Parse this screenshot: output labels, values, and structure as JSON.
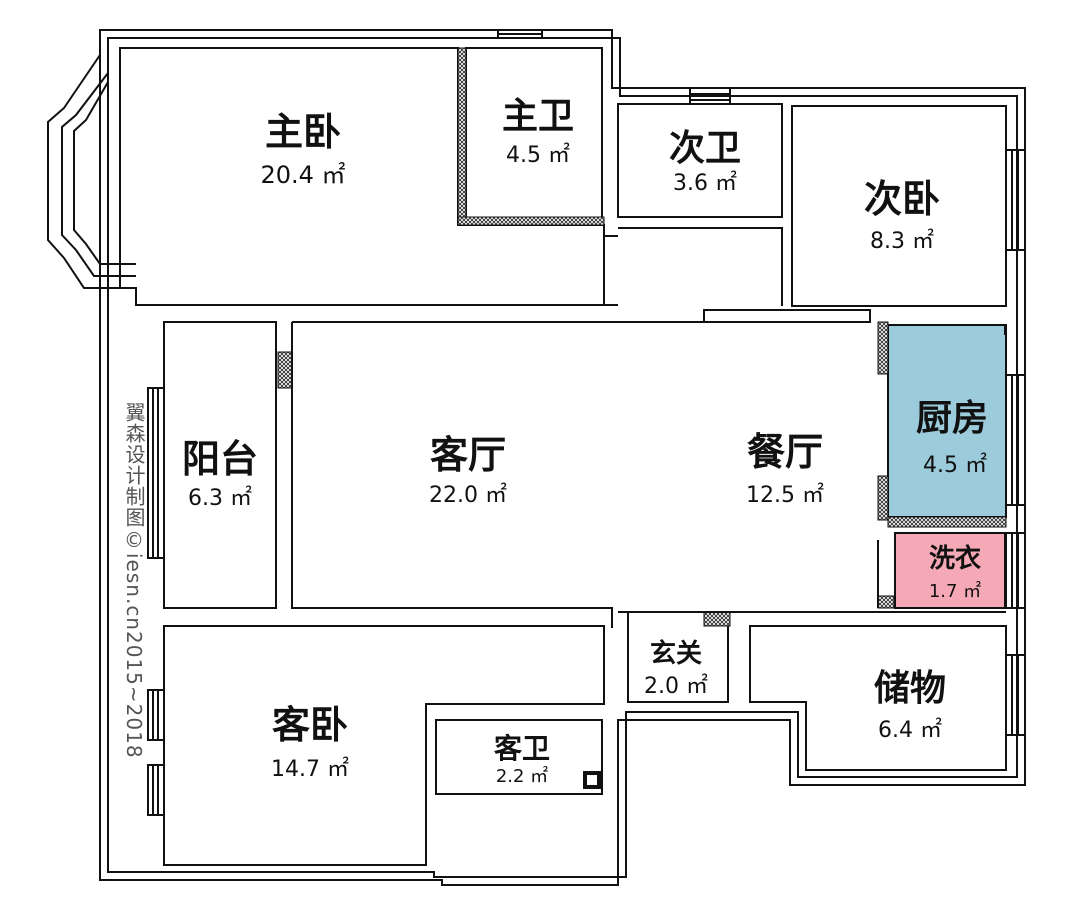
{
  "rooms": {
    "master_bedroom": {
      "name": "主卧",
      "area": "20.4 ㎡"
    },
    "master_bath": {
      "name": "主卫",
      "area": "4.5 ㎡"
    },
    "second_bath": {
      "name": "次卫",
      "area": "3.6 ㎡"
    },
    "second_bedroom": {
      "name": "次卧",
      "area": "8.3 ㎡"
    },
    "balcony": {
      "name": "阳台",
      "area": "6.3 ㎡"
    },
    "living_room": {
      "name": "客厅",
      "area": "22.0 ㎡"
    },
    "dining_room": {
      "name": "餐厅",
      "area": "12.5 ㎡"
    },
    "kitchen": {
      "name": "厨房",
      "area": "4.5 ㎡"
    },
    "laundry": {
      "name": "洗衣",
      "area": "1.7 ㎡"
    },
    "entrance": {
      "name": "玄关",
      "area": "2.0 ㎡"
    },
    "storage": {
      "name": "储物",
      "area": "6.4 ㎡"
    },
    "guest_bedroom": {
      "name": "客卧",
      "area": "14.7 ㎡"
    },
    "guest_bath": {
      "name": "客卫",
      "area": "2.2 ㎡"
    }
  },
  "watermark": "翼森设计制图©iesn.cn2015~2018",
  "colors": {
    "kitchen": "#9ccbdc",
    "laundry": "#f5a9b6",
    "wall": "#111111"
  }
}
